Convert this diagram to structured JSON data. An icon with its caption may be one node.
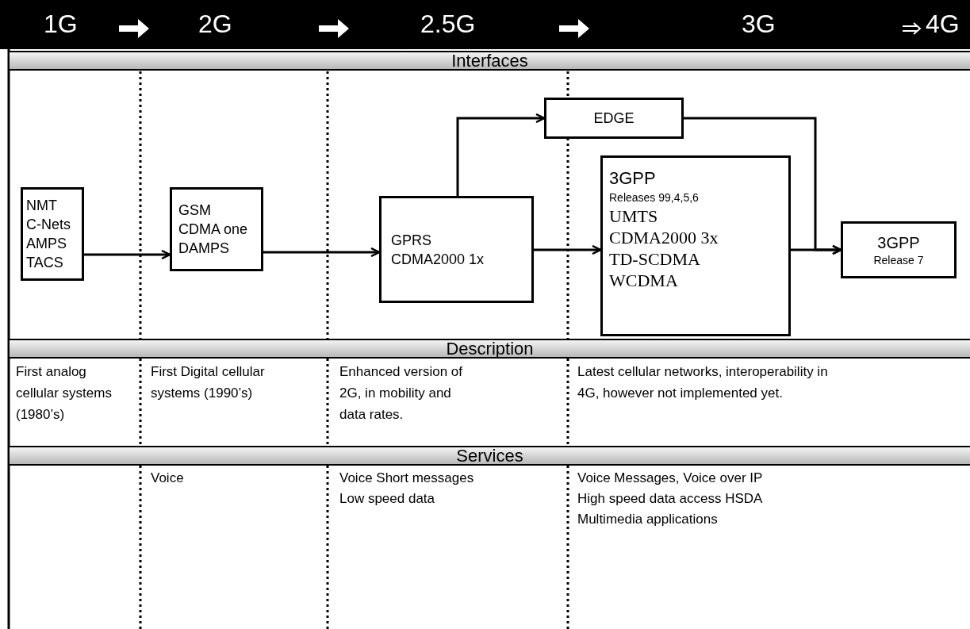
{
  "diagram": {
    "nodes": [
      {
        "text": [
          "Interfaces"
        ]
      },
      {
        "text": [
          "NMT",
          "C-Nets",
          "AMPS",
          "TACS"
        ]
      },
      {
        "text": [
          "GSM",
          "CDMA one",
          "DAMPS"
        ]
      },
      {
        "text": [
          "GPRS",
          "CDMA2000 1x"
        ]
      },
      {
        "text": [
          "EDGE"
        ]
      },
      {
        "text": [
          "3GPP",
          "Releases 99,4,5,6",
          "UMTS",
          "CDMA2000 3x",
          "TD-SCDMA",
          "WCDMA"
        ]
      },
      {
        "text": [
          "3GPP",
          "Release 7"
        ]
      },
      {
        "text": [
          "Description"
        ]
      },
      {
        "text": [
          "Services"
        ]
      }
    ],
    "edges": [
      {
        "from": 1,
        "to": 2,
        "arrow": "to"
      },
      {
        "from": 2,
        "to": 3,
        "arrow": "to"
      },
      {
        "from": 3,
        "to": 4,
        "arrow": "to"
      },
      {
        "from": 3,
        "to": 5,
        "arrow": "to"
      },
      {
        "from": 5,
        "to": 6,
        "arrow": "to"
      },
      {
        "from": 4,
        "to": 6,
        "arrow": "to"
      }
    ],
    "labels": [
      "1G",
      "2G",
      "2.5G",
      "3G",
      "4G",
      "First analog cellular systems (1980’s)",
      "First Digital cellular systems (1990’s)",
      "Enhanced version of 2G, in mobility and data rates.",
      "Latest cellular networks, interoperability in 4G, however not implemented yet.",
      "Voice",
      "Voice Short messages",
      "Low speed data",
      "Voice Messages,  Voice over IP",
      "High speed data access HSDA",
      "Multimedia applications"
    ]
  }
}
